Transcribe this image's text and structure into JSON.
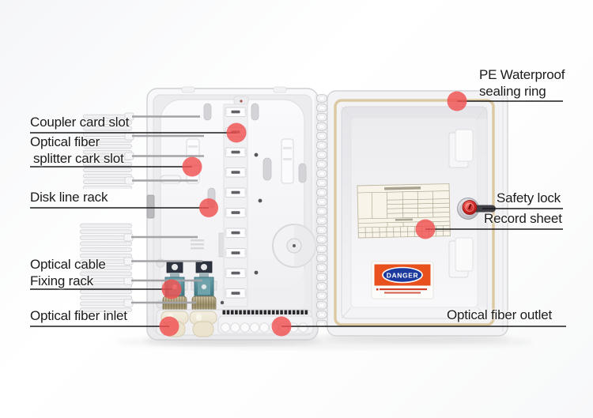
{
  "labels": {
    "coupler": "Coupler card slot",
    "splitter1": "Optical fiber",
    "splitter2": "splitter cark slot",
    "disk": "Disk line rack",
    "fixing1": "Optical cable",
    "fixing2": "Fixing rack",
    "inlet": "Optical fiber inlet",
    "pe1": "PE Waterproof",
    "pe2": "sealing ring",
    "safety": "Safety lock",
    "record": "Record sheet",
    "outlet": "Optical fiber outlet"
  },
  "sticker": {
    "danger_text": "DANGER"
  },
  "colors": {
    "callout_dot": "#f05151",
    "callout_line": "#1a1a1a",
    "lock_red": "#c42020",
    "clamp_teal": "#4e8e99",
    "gasket_beige": "#dcc9a2",
    "danger_orange": "#e8501d",
    "danger_blue": "#1c3a9e",
    "body_plastic": "#f2f2f4"
  }
}
